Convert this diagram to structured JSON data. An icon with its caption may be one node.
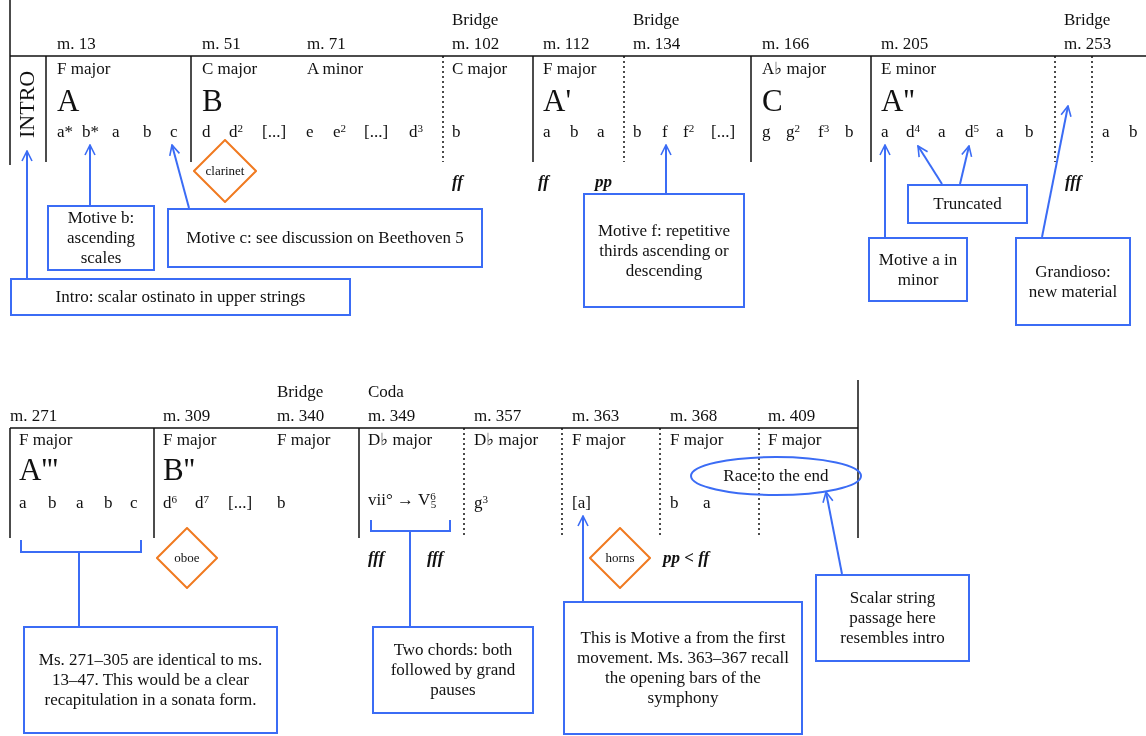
{
  "diagram": {
    "nodes": [
      {
        "text": [
          "INTRO"
        ]
      },
      {
        "text": [
          "b*"
        ]
      },
      {
        "text": [
          "c"
        ]
      },
      {
        "text": [
          "f"
        ]
      },
      {
        "text": [
          "a"
        ]
      },
      {
        "text": [
          "d$^{4}$"
        ]
      },
      {
        "text": [
          "d$^{5}$"
        ]
      },
      {
        "text": [
          "clarinet"
        ]
      },
      {
        "text": [
          "Motive b: ascending scales"
        ]
      },
      {
        "text": [
          "Motive c: see discussion on Beethoven 5"
        ]
      },
      {
        "text": [
          "Truncated"
        ]
      },
      {
        "text": [
          "Motive f: repetitive thirds ascending or descending"
        ]
      },
      {
        "text": [
          "Motive a in minor"
        ]
      },
      {
        "text": [
          "Grandioso: new material"
        ]
      },
      {
        "text": [
          "Intro: scalar ostinato in upper strings"
        ]
      },
      {
        "text": [
          "Race to the end"
        ]
      },
      {
        "text": [
          "[a]"
        ]
      },
      {
        "text": [],
        "shape": "bracket"
      },
      {
        "text": [],
        "shape": "bracket"
      },
      {
        "text": [
          "oboe"
        ]
      },
      {
        "text": [
          "horns"
        ]
      },
      {
        "text": [
          "Ms. 271–305 are identical to ms. 13–47. This would be a clear recapitulation in a sonata form."
        ]
      },
      {
        "text": [
          "Two chords: both followed by grand pauses"
        ]
      },
      {
        "text": [
          "This is Motive a from the first movement. Ms. 363–367 recall the opening bars of the symphony"
        ]
      },
      {
        "text": [
          "Scalar string passage here resembles intro"
        ]
      }
    ],
    "edges": [
      {
        "from": 14,
        "to": 0,
        "arrow": "to"
      },
      {
        "from": 8,
        "to": 1,
        "arrow": "to"
      },
      {
        "from": 9,
        "to": 2,
        "arrow": "to"
      },
      {
        "from": 11,
        "to": 3,
        "arrow": "to"
      },
      {
        "from": 12,
        "to": 4,
        "arrow": "to"
      },
      {
        "from": 10,
        "to": 5,
        "arrow": "to"
      },
      {
        "from": 10,
        "to": 6,
        "arrow": "to"
      },
      {
        "from": 13,
        "to": null,
        "arrow": "to"
      },
      {
        "from": 21,
        "to": 17,
        "arrow": "none"
      },
      {
        "from": 22,
        "to": 18,
        "arrow": "none"
      },
      {
        "from": 23,
        "to": 16,
        "arrow": "to"
      },
      {
        "from": 24,
        "to": 15,
        "arrow": "to"
      }
    ],
    "labels": [
      "Bridge",
      "Bridge",
      "Bridge",
      "m. 13",
      "m. 51",
      "m. 71",
      "m. 102",
      "m. 112",
      "m. 134",
      "m. 166",
      "m. 205",
      "m. 253",
      "F major",
      "C major",
      "A minor",
      "C major",
      "F major",
      "A♭ major",
      "E minor",
      "A",
      "B",
      "A'",
      "C",
      "A''",
      "a*",
      "a",
      "b",
      "d",
      "d$^{2}$",
      "[...]",
      "e",
      "e$^{2}$",
      "[...]",
      "d$^{3}$",
      "b",
      "a",
      "b",
      "a",
      "b",
      "f$^{2}$",
      "[...]",
      "g",
      "g$^{2}$",
      "f$^{3}$",
      "b",
      "a",
      "a",
      "b",
      "a",
      "b",
      "ff",
      "ff",
      "pp",
      "fff",
      "Bridge",
      "Coda",
      "m. 271",
      "m. 309",
      "m. 340",
      "m. 349",
      "m. 357",
      "m. 363",
      "m. 368",
      "m. 409",
      "F major",
      "F major",
      "F major",
      "D♭ major",
      "D♭ major",
      "F major",
      "F major",
      "F major",
      "A'''",
      "B''",
      "a",
      "b",
      "a",
      "b",
      "c",
      "d$^{6}$",
      "d$^{7}$",
      "[...]",
      "b",
      "vii° → V$^{6}$$_{5}$",
      "g$^{3}$",
      "b",
      "a",
      "fff",
      "fff",
      "pp < ff"
    ]
  }
}
